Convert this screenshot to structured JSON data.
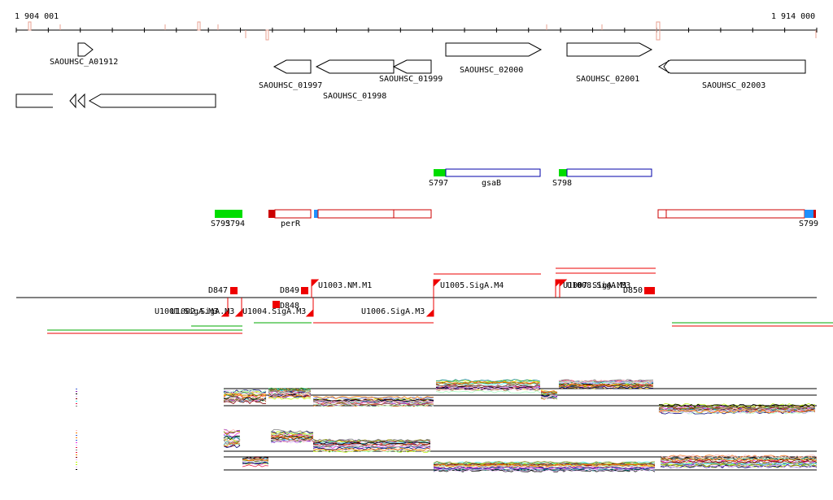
{
  "coordinates": {
    "start": "1 904 001",
    "end": "1 914 000"
  },
  "genes": [
    {
      "id": "SAOUHSC_A01912"
    },
    {
      "id": "SAOUHSC_01997"
    },
    {
      "id": "SAOUHSC_01998"
    },
    {
      "id": "SAOUHSC_01999"
    },
    {
      "id": "SAOUHSC_02000"
    },
    {
      "id": "SAOUHSC_02001"
    },
    {
      "id": "SAOUHSC_02003"
    }
  ],
  "features": {
    "S797": "S797",
    "gsaB": "gsaB",
    "S798": "S798",
    "S793": "S793",
    "S794": "S794",
    "perR": "perR",
    "S799": "S799"
  },
  "regulatory": {
    "D847": "D847",
    "D849": "D849",
    "D848": "D848",
    "D850": "D850",
    "U1003": "U1003.NM.M1",
    "U1005": "U1005.SigA.M4",
    "U1007": "U1007.SigA.M3",
    "U1008": "U1008.SigA.M3",
    "U1001": "U1001.SigA.M3",
    "U1002": "U1002.SigA.M3",
    "U1004": "U1004.SigA.M3",
    "U1006": "U1006.SigA.M3"
  },
  "colors": {
    "axis": "#000000",
    "gene_outline": "#000000",
    "tick_marks": "#e8a090",
    "feature_red": "#cc0000",
    "feature_blue": "#0000aa",
    "feature_green": "#00dd00",
    "feature_lightblue": "#1e90ff",
    "reg_red": "#ee0000",
    "reg_green": "#00aa00"
  }
}
